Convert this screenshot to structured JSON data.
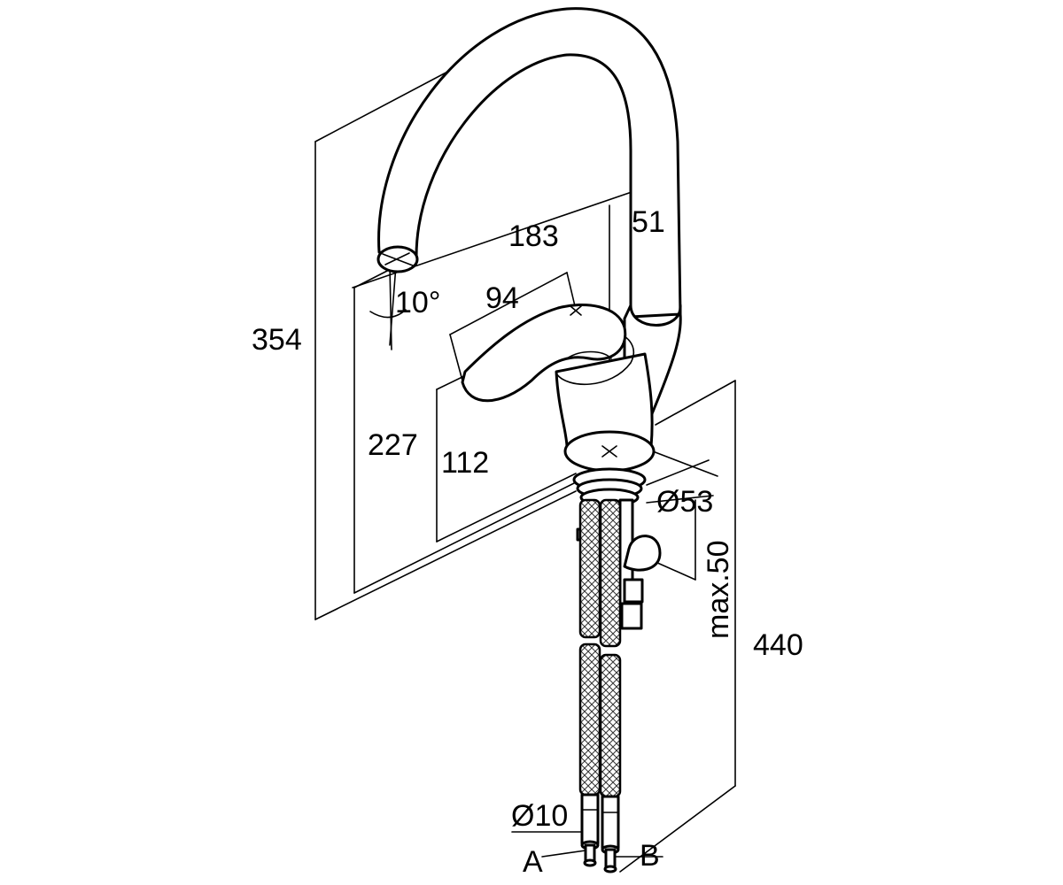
{
  "dimensions": {
    "total_height": "354",
    "spout_reach": "183",
    "spout_diameter": "51",
    "lever_length": "94",
    "swivel_angle": "10°",
    "spout_outlet_height": "227",
    "lever_height": "112",
    "base_diameter": "Ø53",
    "max_counter_thickness": "max.50",
    "hose_length": "440",
    "hose_diameter": "Ø10"
  },
  "connections": {
    "a": "A",
    "b": "B"
  }
}
